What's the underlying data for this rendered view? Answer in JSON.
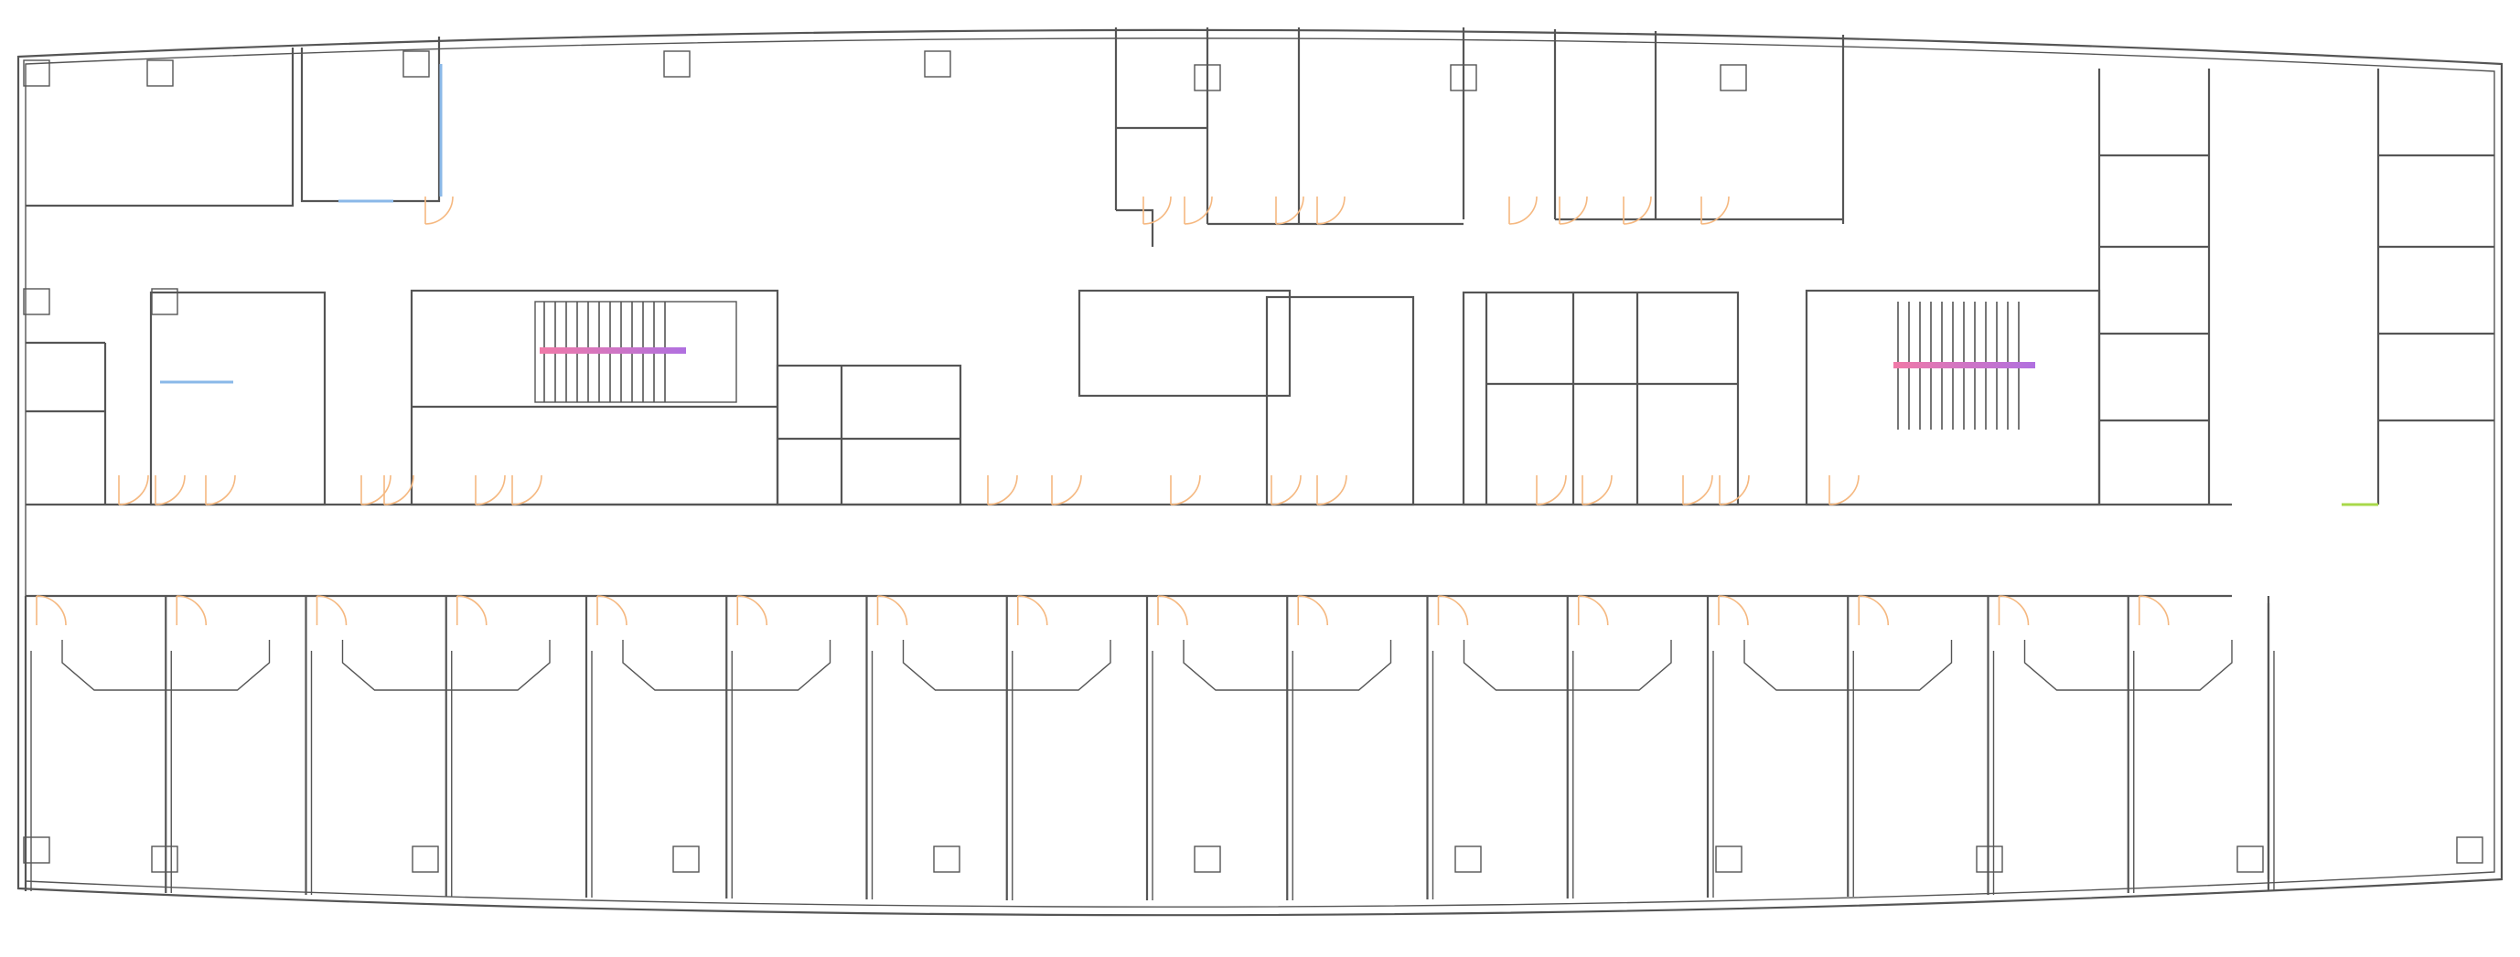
{
  "diagram": {
    "kind": "architectural floor plan",
    "colors": {
      "wall": "#555555",
      "door": "#f5b880",
      "window": "#8ab8e8",
      "stair_band_start": "#f07aa8",
      "stair_band_end": "#b070e0",
      "accent_green": "#a8d84a"
    },
    "stair_cores": 2,
    "office_bays_south": 16,
    "icons": [
      "door-swing-icon",
      "window-icon",
      "column-icon",
      "stair-icon"
    ]
  }
}
